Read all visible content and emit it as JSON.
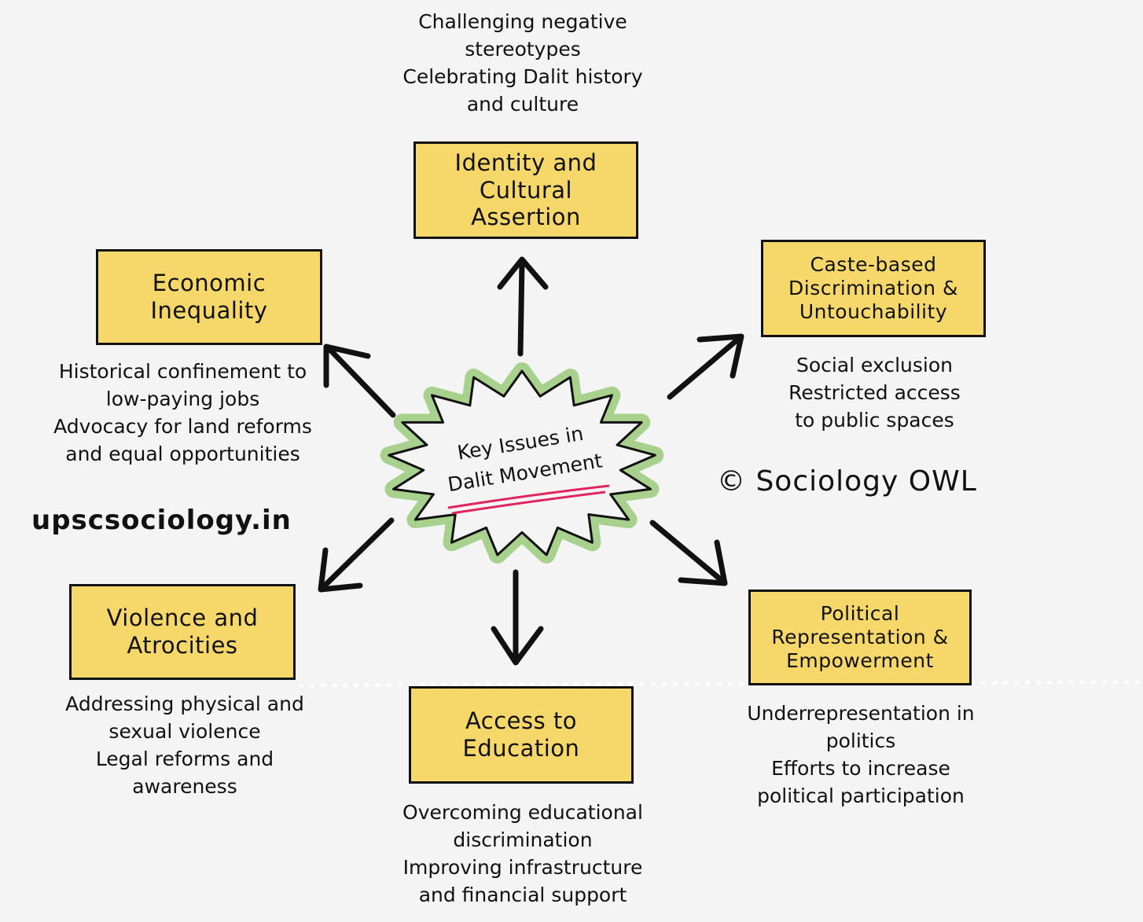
{
  "center": {
    "lines": [
      "Key Issues in",
      "Dalit Movement"
    ]
  },
  "topics": {
    "identity": {
      "title": [
        "Identity and",
        "Cultural",
        "Assertion"
      ],
      "notes": [
        "Challenging negative",
        "stereotypes",
        "Celebrating Dalit history",
        "and culture"
      ]
    },
    "caste": {
      "title": [
        "Caste-based",
        "Discrimination &",
        "Untouchability"
      ],
      "notes": [
        "Social exclusion",
        "Restricted access",
        "to public spaces"
      ]
    },
    "political": {
      "title": [
        "Political",
        "Representation &",
        "Empowerment"
      ],
      "notes": [
        "Underrepresentation in",
        "politics",
        "Efforts to increase",
        "political participation"
      ]
    },
    "education": {
      "title": [
        "Access to",
        "Education"
      ],
      "notes": [
        "Overcoming educational",
        "discrimination",
        "Improving infrastructure",
        "and financial support"
      ]
    },
    "violence": {
      "title": [
        "Violence and",
        "Atrocities"
      ],
      "notes": [
        "Addressing physical and",
        "sexual violence",
        "Legal reforms and",
        "awareness"
      ]
    },
    "economic": {
      "title": [
        "Economic",
        "Inequality"
      ],
      "notes": [
        "Historical confinement to",
        "low-paying jobs",
        "Advocacy for land reforms",
        "and equal opportunities"
      ]
    }
  },
  "watermarks": {
    "site": "upscsociology.in",
    "copyright": "© Sociology OWL"
  },
  "colors": {
    "box_fill": "#f6d86a",
    "burst_fill": "#a9d18e",
    "underline": "#e0245e",
    "background": "#f4f4f4"
  }
}
